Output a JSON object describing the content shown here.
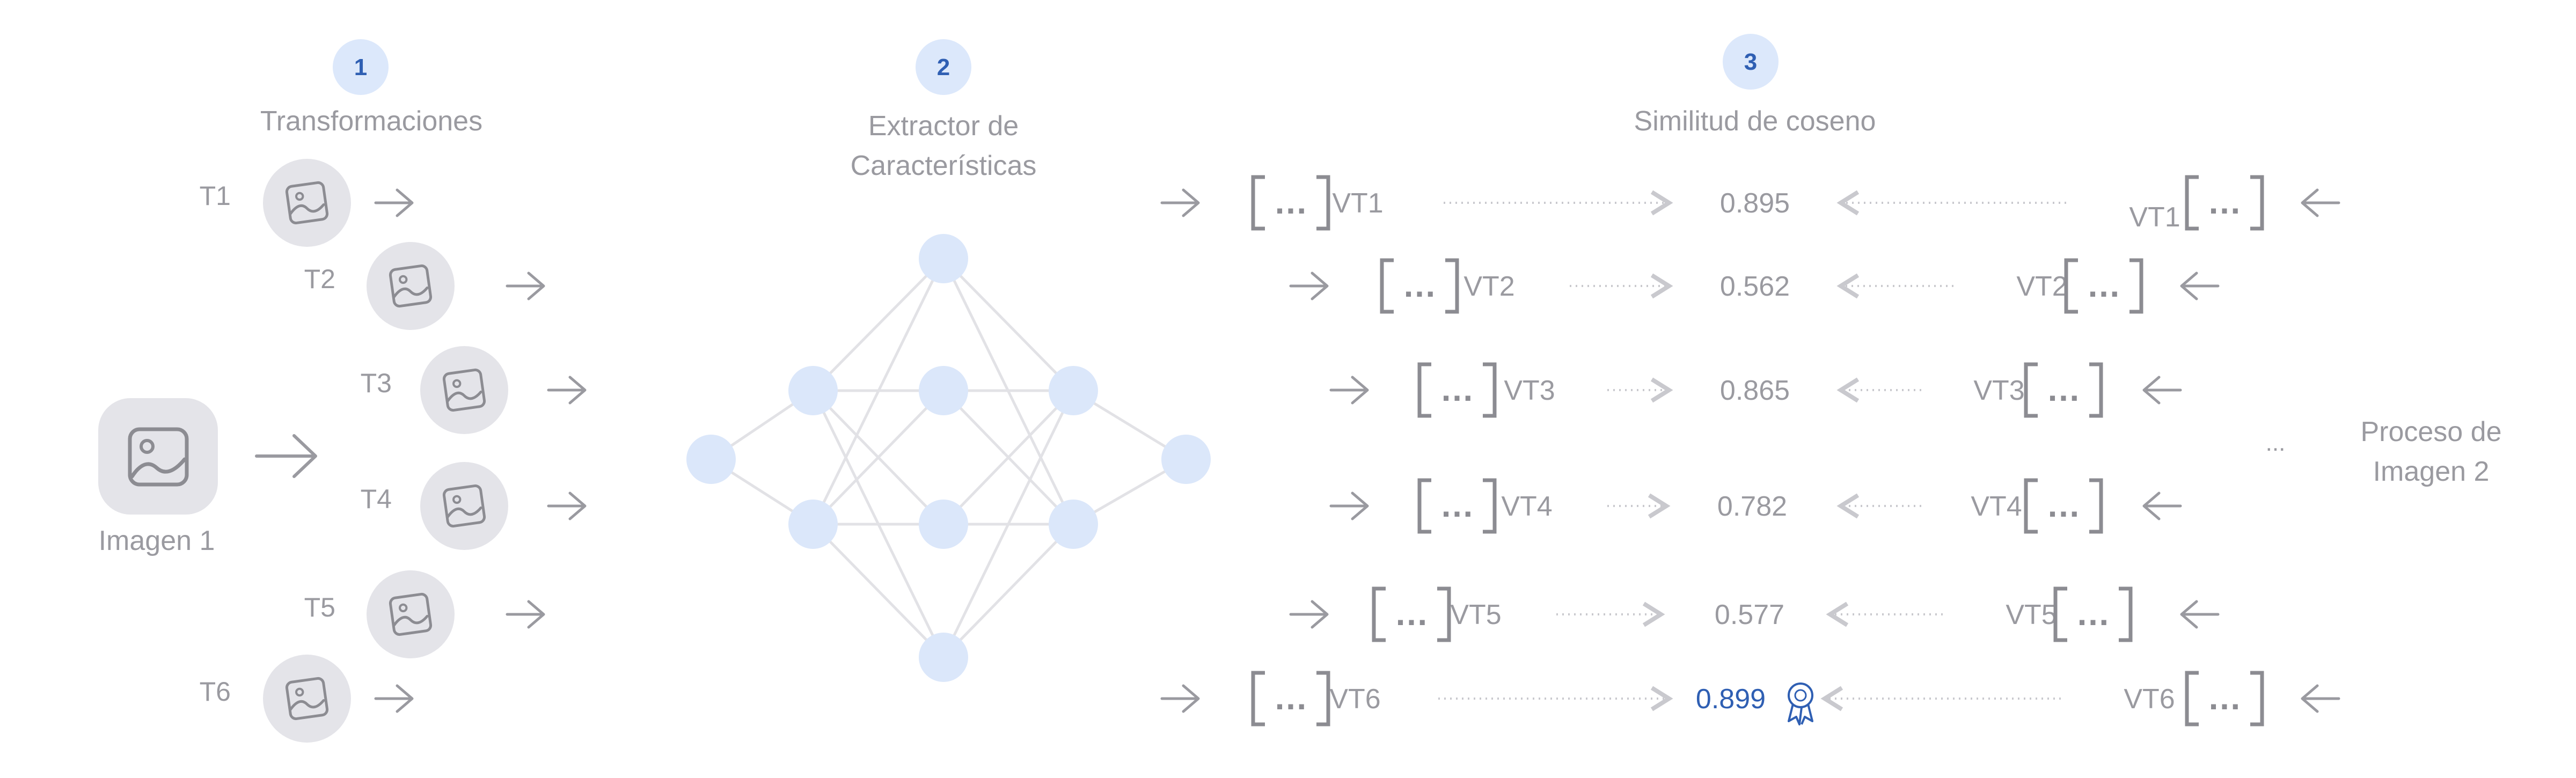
{
  "steps": [
    {
      "number": "1",
      "label": "Transformaciones"
    },
    {
      "number": "2",
      "label_line1": "Extractor de",
      "label_line2": "Características"
    },
    {
      "number": "3",
      "label": "Similitud de coseno"
    }
  ],
  "input_image": {
    "label": "Imagen 1",
    "icon": "image-icon"
  },
  "transforms": [
    "T1",
    "T2",
    "T3",
    "T4",
    "T5",
    "T6"
  ],
  "vector_placeholder": "[...]",
  "similarity_rows": [
    {
      "left_vector": "VT1",
      "score": "0.895",
      "right_vector": "VT1",
      "best": false
    },
    {
      "left_vector": "VT2",
      "score": "0.562",
      "right_vector": "VT2",
      "best": false
    },
    {
      "left_vector": "VT3",
      "score": "0.865",
      "right_vector": "VT3",
      "best": false
    },
    {
      "left_vector": "VT4",
      "score": "0.782",
      "right_vector": "VT4",
      "best": false
    },
    {
      "left_vector": "VT5",
      "score": "0.577",
      "right_vector": "VT5",
      "best": false
    },
    {
      "left_vector": "VT6",
      "score": "0.899",
      "right_vector": "VT6",
      "best": true
    }
  ],
  "ellipsis": "...",
  "image2_process": {
    "line1": "Proceso de",
    "line2": "Imagen 2"
  },
  "colors": {
    "text": "#9a9aa0",
    "badge_fill": "#dce8fb",
    "badge_text": "#2f5fb3",
    "node_fill": "#dbe7fa",
    "edge": "#e2e2e6",
    "icon_bg": "#e4e4e9",
    "dotted": "#c9c9ce",
    "highlight": "#2f5fb3"
  }
}
